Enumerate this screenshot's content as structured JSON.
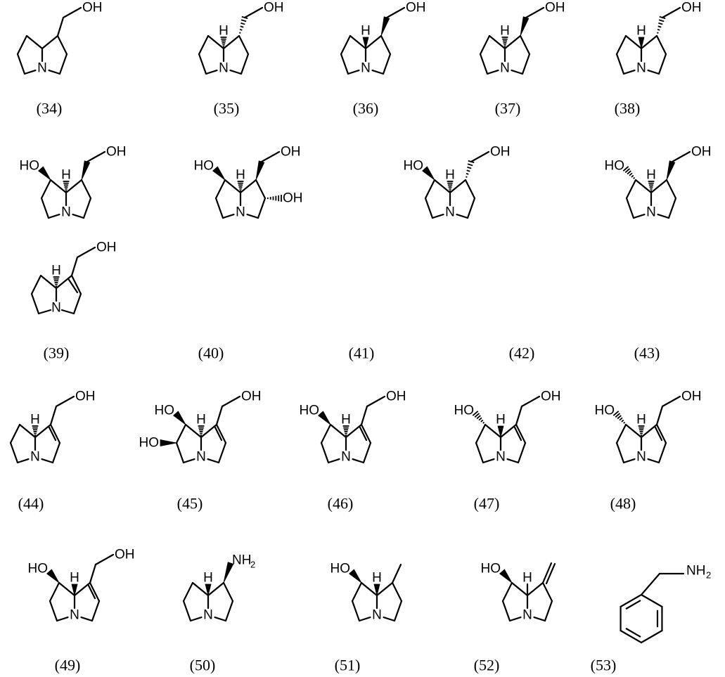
{
  "compounds": [
    {
      "num": "(34)",
      "atoms": [
        "N",
        "OH"
      ]
    },
    {
      "num": "(35)",
      "atoms": [
        "N",
        "H",
        "OH"
      ]
    },
    {
      "num": "(36)",
      "atoms": [
        "N",
        "H",
        "OH"
      ]
    },
    {
      "num": "(37)",
      "atoms": [
        "N",
        "H",
        "OH"
      ]
    },
    {
      "num": "(38)",
      "atoms": [
        "N",
        "H",
        "OH"
      ]
    },
    {
      "num": "(39)",
      "atoms": [
        "N",
        "H",
        "OH",
        "HO"
      ]
    },
    {
      "num": "(40)",
      "atoms": [
        "N",
        "H",
        "OH",
        "HO",
        "OH"
      ]
    },
    {
      "num": "(41)",
      "atoms": [
        "N",
        "H",
        "OH",
        "HO"
      ]
    },
    {
      "num": "(42)",
      "atoms": [
        "N",
        "H",
        "OH",
        "HO"
      ]
    },
    {
      "num": "(43)",
      "atoms": [
        "N",
        "H",
        "OH"
      ]
    },
    {
      "num": "(44)",
      "atoms": [
        "N",
        "H",
        "OH"
      ]
    },
    {
      "num": "(45)",
      "atoms": [
        "N",
        "H",
        "OH",
        "HO",
        "HO"
      ]
    },
    {
      "num": "(46)",
      "atoms": [
        "N",
        "H",
        "OH",
        "HO"
      ]
    },
    {
      "num": "(47)",
      "atoms": [
        "N",
        "H",
        "OH",
        "HO"
      ]
    },
    {
      "num": "(48)",
      "atoms": [
        "N",
        "H",
        "OH",
        "HO"
      ]
    },
    {
      "num": "(49)",
      "atoms": [
        "N",
        "H",
        "OH",
        "HO"
      ]
    },
    {
      "num": "(50)",
      "atoms": [
        "N",
        "H",
        "NH",
        "2"
      ]
    },
    {
      "num": "(51)",
      "atoms": [
        "N",
        "H",
        "HO"
      ]
    },
    {
      "num": "(52)",
      "atoms": [
        "N",
        "H",
        "HO"
      ]
    },
    {
      "num": "(53)",
      "atoms": [
        "NH",
        "2"
      ]
    }
  ]
}
